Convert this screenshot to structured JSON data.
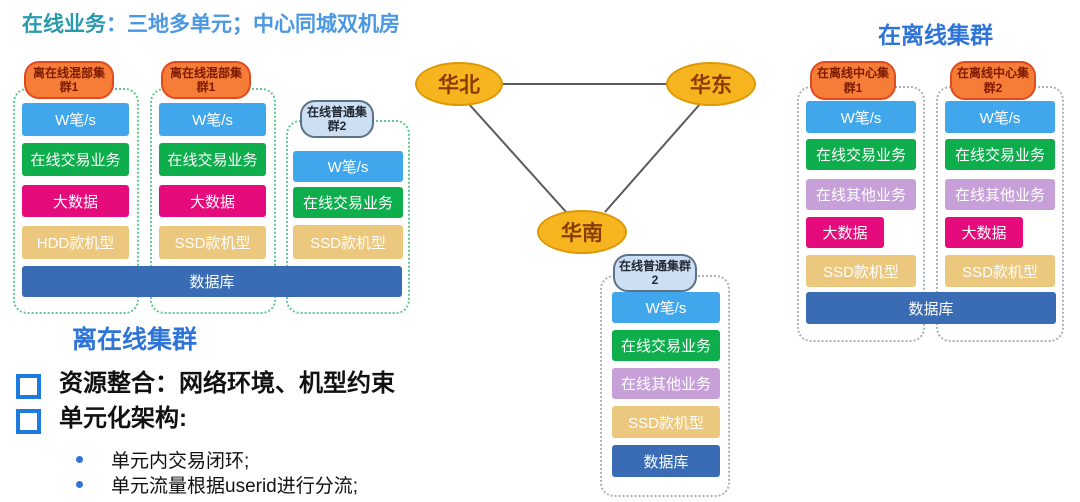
{
  "title": {
    "prefix": "在线业务",
    "suffix": "：三地多单元；中心同城双机房"
  },
  "regions": {
    "north": "华北",
    "east": "华东",
    "south": "华南"
  },
  "left_group": {
    "label": "离在线集群",
    "database": "数据库",
    "clusters": [
      {
        "name": "离在线混部集群1",
        "blocks": [
          "W笔/s",
          "在线交易业务",
          "大数据",
          "HDD款机型"
        ]
      },
      {
        "name": "离在线混部集群1",
        "blocks": [
          "W笔/s",
          "在线交易业务",
          "大数据",
          "SSD款机型"
        ]
      },
      {
        "name": "在线普通集群2",
        "blocks": [
          "W笔/s",
          "在线交易业务",
          "SSD款机型"
        ]
      }
    ]
  },
  "south_cluster": {
    "name": "在线普通集群2",
    "blocks": [
      "W笔/s",
      "在线交易业务",
      "在线其他业务",
      "SSD款机型",
      "数据库"
    ]
  },
  "right_group": {
    "title": "在离线集群",
    "database": "数据库",
    "clusters": [
      {
        "name": "在离线中心集群1",
        "blocks": [
          "W笔/s",
          "在线交易业务",
          "在线其他业务",
          "大数据",
          "SSD款机型"
        ]
      },
      {
        "name": "在离线中心集群2",
        "blocks": [
          "W笔/s",
          "在线交易业务",
          "在线其他业务",
          "大数据",
          "SSD款机型"
        ]
      }
    ]
  },
  "notes": {
    "items": [
      "资源整合：网络环境、机型约束",
      "单元化架构:"
    ],
    "sub_items": [
      "单元内交易闭环;",
      "单元流量根据userid进行分流;"
    ]
  },
  "colors": {
    "block_blue": "#41a7ec",
    "block_green": "#0fae4d",
    "block_pink": "#e60b7d",
    "block_tan": "#ecc77e",
    "block_purple": "#c7a0d9",
    "block_dark_blue": "#3a6cb5",
    "badge_orange": "#f57d38",
    "badge_orange_border": "#e04a20",
    "badge_lightblue": "#cddff2",
    "node_gold": "#f6b51e",
    "dashed_green": "#5fc98f",
    "dashed_gray": "#a9b1ba",
    "title_teal": "#2a9aae",
    "title_blue": "#4a97e3",
    "label_blue": "#2e74d9"
  }
}
